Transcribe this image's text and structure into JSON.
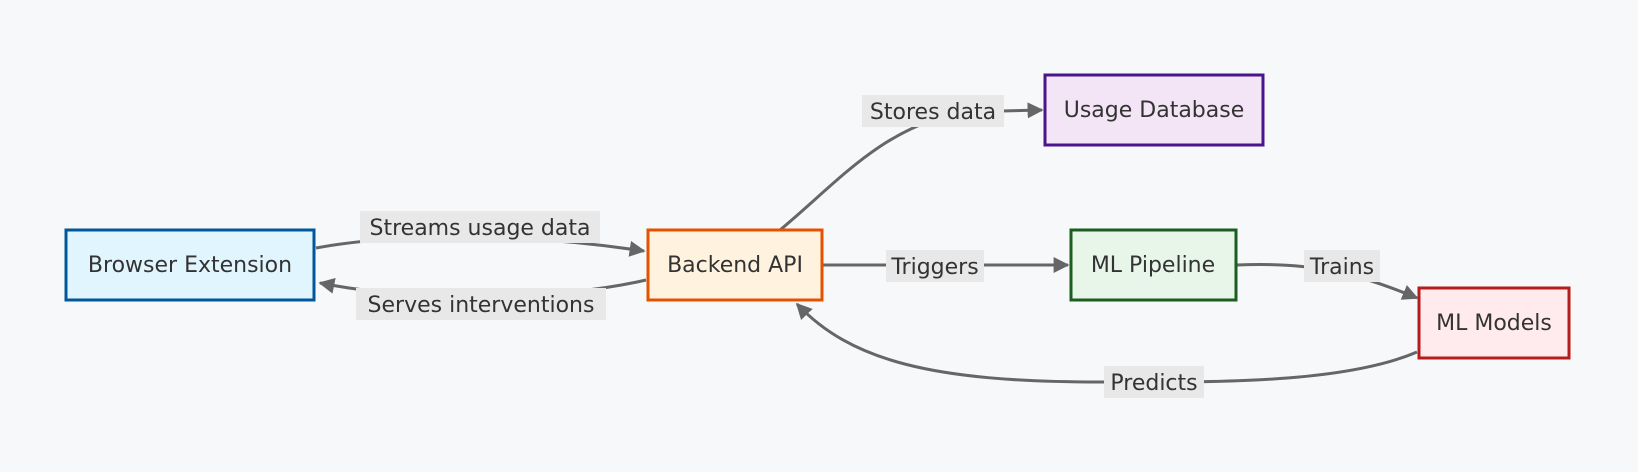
{
  "nodes": {
    "browser_extension": {
      "label": "Browser Extension",
      "fill": "#e1f5fe",
      "stroke": "#01579b"
    },
    "backend_api": {
      "label": "Backend API",
      "fill": "#fff3e0",
      "stroke": "#e65100"
    },
    "usage_database": {
      "label": "Usage Database",
      "fill": "#f3e5f5",
      "stroke": "#4a148c"
    },
    "ml_pipeline": {
      "label": "ML Pipeline",
      "fill": "#e8f5e9",
      "stroke": "#1b5e20"
    },
    "ml_models": {
      "label": "ML Models",
      "fill": "#ffebee",
      "stroke": "#b71c1c"
    }
  },
  "edges": {
    "streams": {
      "label": "Streams usage data"
    },
    "serves": {
      "label": "Serves interventions"
    },
    "stores": {
      "label": "Stores data"
    },
    "triggers": {
      "label": "Triggers"
    },
    "trains": {
      "label": "Trains"
    },
    "predicts": {
      "label": "Predicts"
    }
  },
  "colors": {
    "background": "#f7f8fa",
    "edge": "#666666",
    "edge_label_bg": "#e8e8e8",
    "text": "#333333"
  }
}
